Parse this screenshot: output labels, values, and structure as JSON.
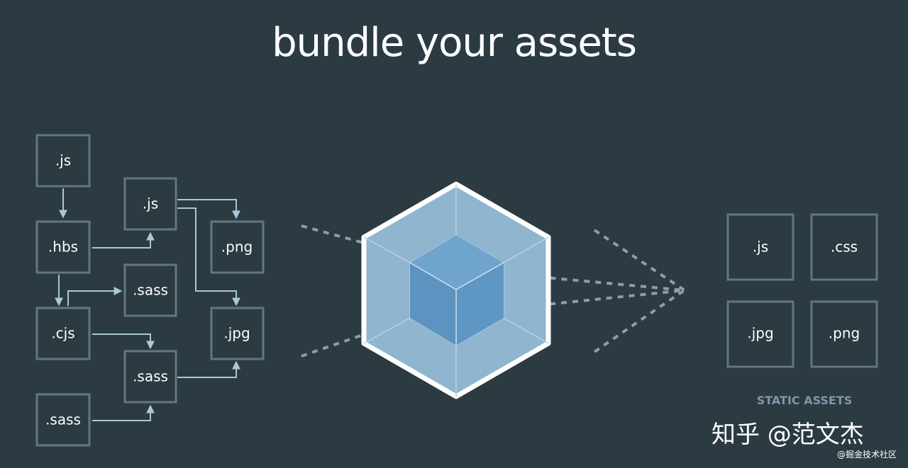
{
  "title": "bundle your assets",
  "input_modules": [
    {
      "id": "js1",
      "label": ".js"
    },
    {
      "id": "js2",
      "label": ".js"
    },
    {
      "id": "hbs",
      "label": ".hbs"
    },
    {
      "id": "png",
      "label": ".png"
    },
    {
      "id": "sass1",
      "label": ".sass"
    },
    {
      "id": "cjs",
      "label": ".cjs"
    },
    {
      "id": "jpg",
      "label": ".jpg"
    },
    {
      "id": "sass2",
      "label": ".sass"
    },
    {
      "id": "sass3",
      "label": ".sass"
    }
  ],
  "output_assets": [
    {
      "id": "out-js",
      "label": ".js"
    },
    {
      "id": "out-css",
      "label": ".css"
    },
    {
      "id": "out-jpg",
      "label": ".jpg"
    },
    {
      "id": "out-png",
      "label": ".png"
    }
  ],
  "static_assets_label": "STATIC ASSETS",
  "watermark": {
    "main": "知乎 @范文杰",
    "small": "@掘金技术社区"
  },
  "colors": {
    "background": "#2c3a42",
    "box_border": "#627686",
    "connector": "#a9c8d8",
    "cube_outer": "#8fb5cf",
    "cube_inner": "#5f96c4",
    "dash": "#8e9ea7"
  }
}
